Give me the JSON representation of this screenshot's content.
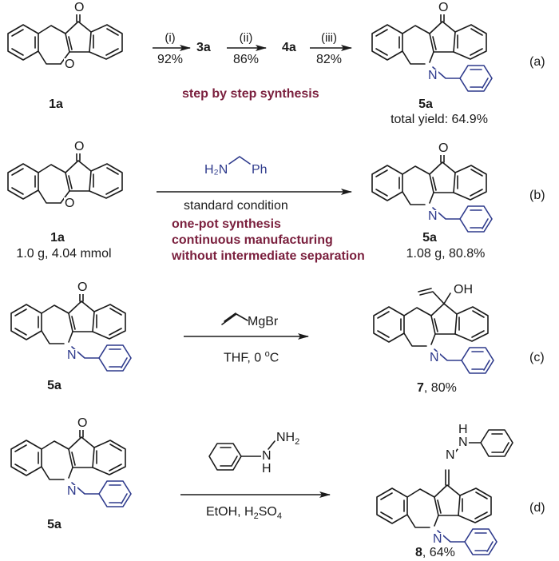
{
  "scheme_a": {
    "label": "(a)",
    "reactant": "1a",
    "steps": [
      {
        "reagent": "(i)",
        "yield": "92%"
      },
      {
        "intermediate": "3a",
        "reagent": "(ii)",
        "yield": "86%"
      },
      {
        "intermediate": "4a",
        "reagent": "(iii)",
        "yield": "82%"
      }
    ],
    "note": "step by step synthesis",
    "product": "5a",
    "product_note": "total yield: 64.9%"
  },
  "scheme_b": {
    "label": "(b)",
    "reactant": "1a",
    "reactant_amount": "1.0 g, 4.04 mmol",
    "reagent_amine": "H₂N",
    "reagent_ph": "Ph",
    "condition": "standard condition",
    "notes": [
      "one-pot synthesis",
      "continuous manufacturing",
      "without intermediate separation"
    ],
    "product": "5a",
    "product_amount": "1.08 g, 80.8%"
  },
  "scheme_c": {
    "label": "(c)",
    "reactant": "5a",
    "reagent": "MgBr",
    "condition_prefix": "THF, 0 ",
    "condition_sup": "o",
    "condition_suffix": "C",
    "product": "7",
    "product_yield": ", 80%",
    "oh_label": "OH"
  },
  "scheme_d": {
    "label": "(d)",
    "reactant": "5a",
    "reagent_n": "N",
    "reagent_h": "H",
    "reagent_nh2": "NH",
    "reagent_sub2": "2",
    "condition_prefix": "EtOH, H",
    "condition_sub1": "2",
    "condition_mid": "SO",
    "condition_sub2": "4",
    "product": "8",
    "product_yield": ", 64%"
  },
  "atoms": {
    "oxygen": "O",
    "nitrogen": "N",
    "hydrogen": "H"
  },
  "colors": {
    "note_text": "#7a1f3d",
    "benzyl_highlight": "#2e3a8c",
    "bonds": "#1a1a1a"
  }
}
